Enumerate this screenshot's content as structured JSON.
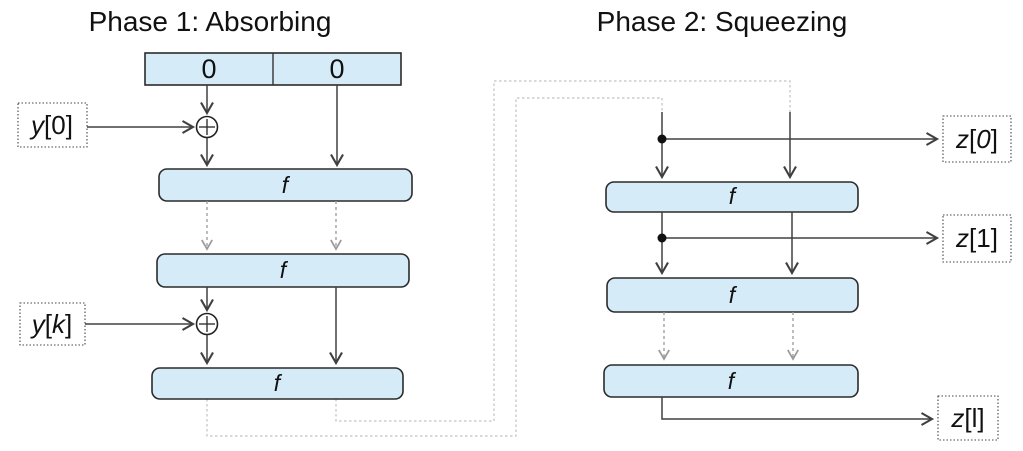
{
  "phase1": {
    "title": "Phase 1: Absorbing",
    "state_cells": [
      "0",
      "0"
    ],
    "round_labels": [
      "f",
      "f",
      "f"
    ],
    "inputs": {
      "y0": {
        "parts": [
          "y",
          "[0]"
        ]
      },
      "yk": {
        "parts": [
          "y",
          "[",
          "k",
          "]"
        ]
      }
    }
  },
  "phase2": {
    "title": "Phase 2: Squeezing",
    "round_labels": [
      "f",
      "f",
      "f"
    ],
    "outputs": {
      "z0": {
        "parts": [
          "z",
          "[",
          "0",
          "]"
        ]
      },
      "z1": {
        "parts": [
          "z",
          "[1]"
        ]
      },
      "zl": {
        "parts": [
          "z",
          "[l]"
        ]
      }
    }
  },
  "icons": {
    "xor": "circled-plus",
    "junction": "filled-dot",
    "arrow": "open-v-arrowhead"
  },
  "colors": {
    "box_fill": "#d6ebf8",
    "box_stroke": "#2b2b2b",
    "arrow_dark": "#404040",
    "arrow_gray": "#999999",
    "feedback_gray": "#c2c2c2",
    "background": "#ffffff"
  }
}
